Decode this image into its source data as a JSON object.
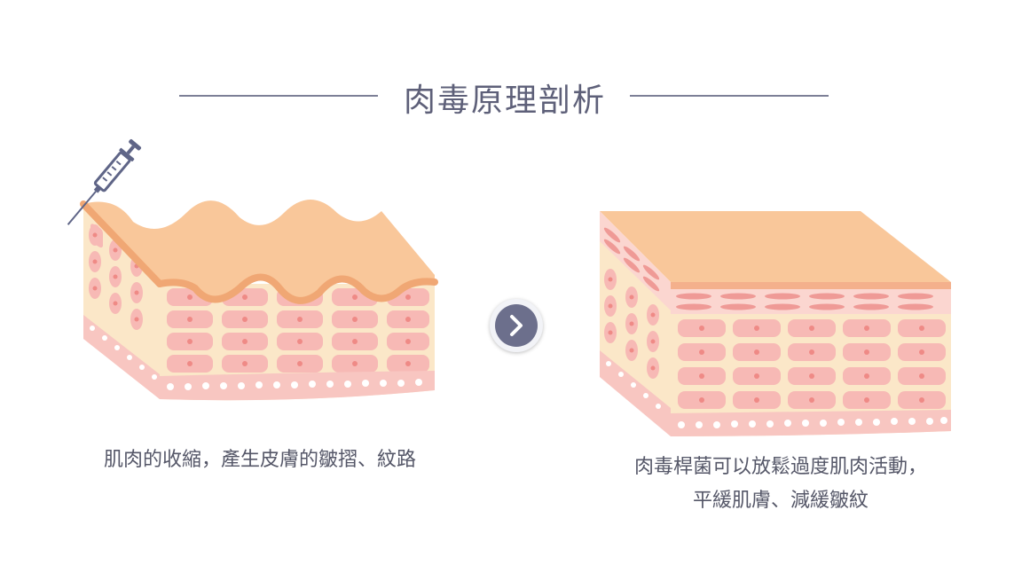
{
  "title": "肉毒原理剖析",
  "captions": {
    "left": "肌肉的收縮，產生皮膚的皺摺、紋路",
    "right_line1": "肉毒桿菌可以放鬆過度肌肉活動，",
    "right_line2": "平緩肌膚、減緩皺紋"
  },
  "colors": {
    "title_line": "#7c7f96",
    "title_text": "#5e6079",
    "skin_top": "#f9c79a",
    "skin_edge": "#f0a774",
    "cell_fill": "#f7b9b5",
    "cell_dot": "#ef8a86",
    "tissue_bg": "#fbe7c8",
    "bottom_layer": "#f8c6c1",
    "arrow_bg": "#6c6f8c",
    "syringe": "#5f6587"
  },
  "icons": {
    "syringe": "syringe-icon",
    "next": "chevron-right-icon"
  }
}
